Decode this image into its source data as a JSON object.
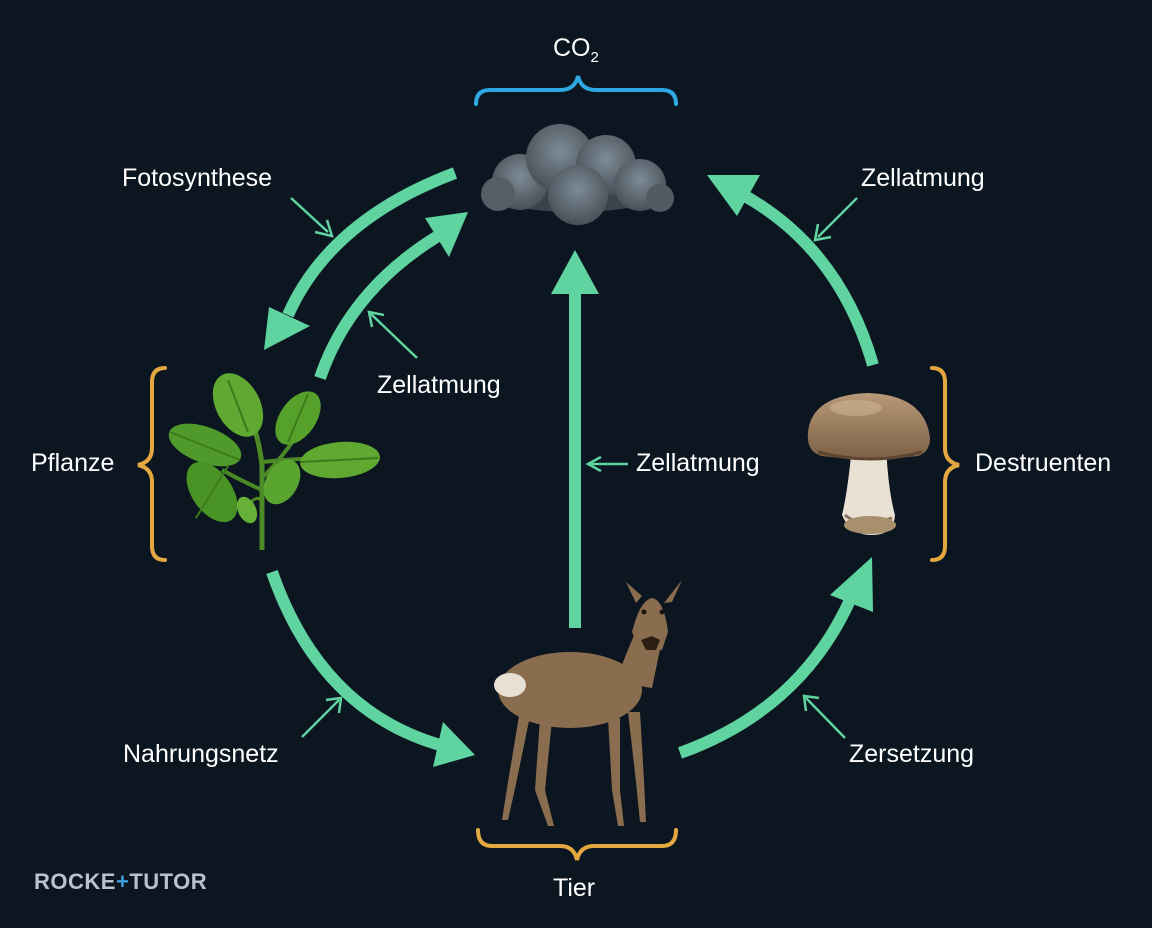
{
  "labels": {
    "co2_main": "CO",
    "co2_sub": "2",
    "fotosynthese": "Fotosynthese",
    "zellatmung_top_right": "Zellatmung",
    "zellatmung_left": "Zellatmung",
    "zellatmung_center": "Zellatmung",
    "pflanze": "Pflanze",
    "destruenten": "Destruenten",
    "nahrungsnetz": "Nahrungsnetz",
    "zersetzung": "Zersetzung",
    "tier": "Tier"
  },
  "logo": {
    "part1": "ROCKE",
    "plus": "+",
    "part2": "TUTOR"
  },
  "colors": {
    "background": "#0c1620",
    "arrow": "#5fd4a0",
    "co2_brace": "#2ea8e0",
    "organism_brace": "#e3a83f",
    "text": "#ffffff"
  },
  "icons": [
    "cloud-icon",
    "plant-icon",
    "deer-icon",
    "mushroom-icon"
  ]
}
